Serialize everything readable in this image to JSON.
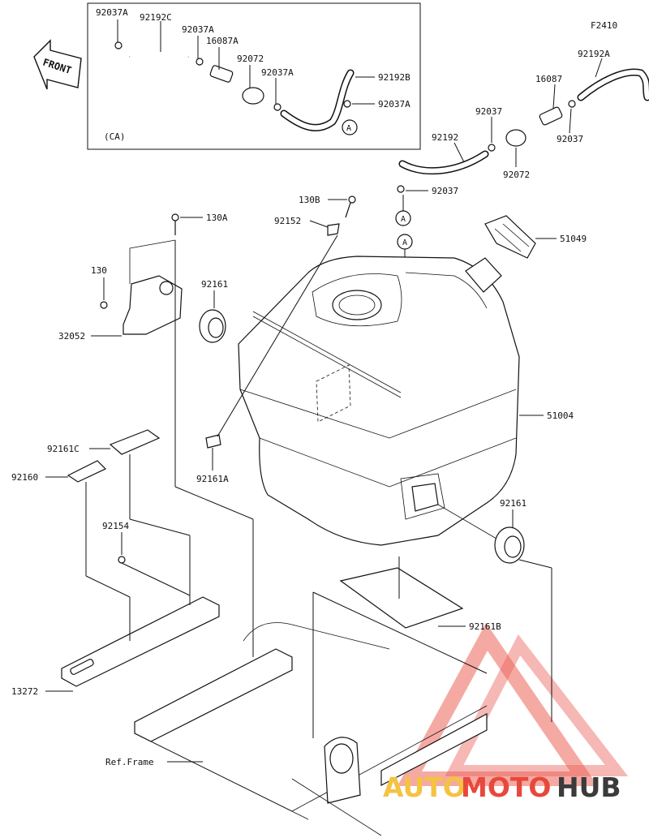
{
  "figure_code": "F2410",
  "front_label": "FRONT",
  "ca_label": "(CA)",
  "callouts": {
    "ref_a": "A"
  },
  "parts": {
    "p92037A_1": "92037A",
    "p92192C": "92192C",
    "p92037A_2": "92037A",
    "p16087A": "16087A",
    "p92072_ca": "92072",
    "p92037A_3": "92037A",
    "p92192B": "92192B",
    "p92037A_4": "92037A",
    "p92192A": "92192A",
    "p16087": "16087",
    "p92037_1": "92037",
    "p92192": "92192",
    "p92037_2": "92037",
    "p92072": "92072",
    "p92037_3": "92037",
    "p130B": "130B",
    "p92152": "92152",
    "p130A": "130A",
    "p51049": "51049",
    "p130": "130",
    "p92161_1": "92161",
    "p32052": "32052",
    "p51004": "51004",
    "p92161C": "92161C",
    "p92160": "92160",
    "p92161A": "92161A",
    "p92161_2": "92161",
    "p92154": "92154",
    "p92161B": "92161B",
    "p13272": "13272",
    "ref_frame": "Ref.Frame"
  },
  "watermark": {
    "part1": "AUTO",
    "part2": "MOTO",
    "part3": "HUB",
    "color1": "#f5c242",
    "color2": "#e8483b",
    "color3": "#3b3b3b",
    "triangle_color": "#e8483b"
  }
}
